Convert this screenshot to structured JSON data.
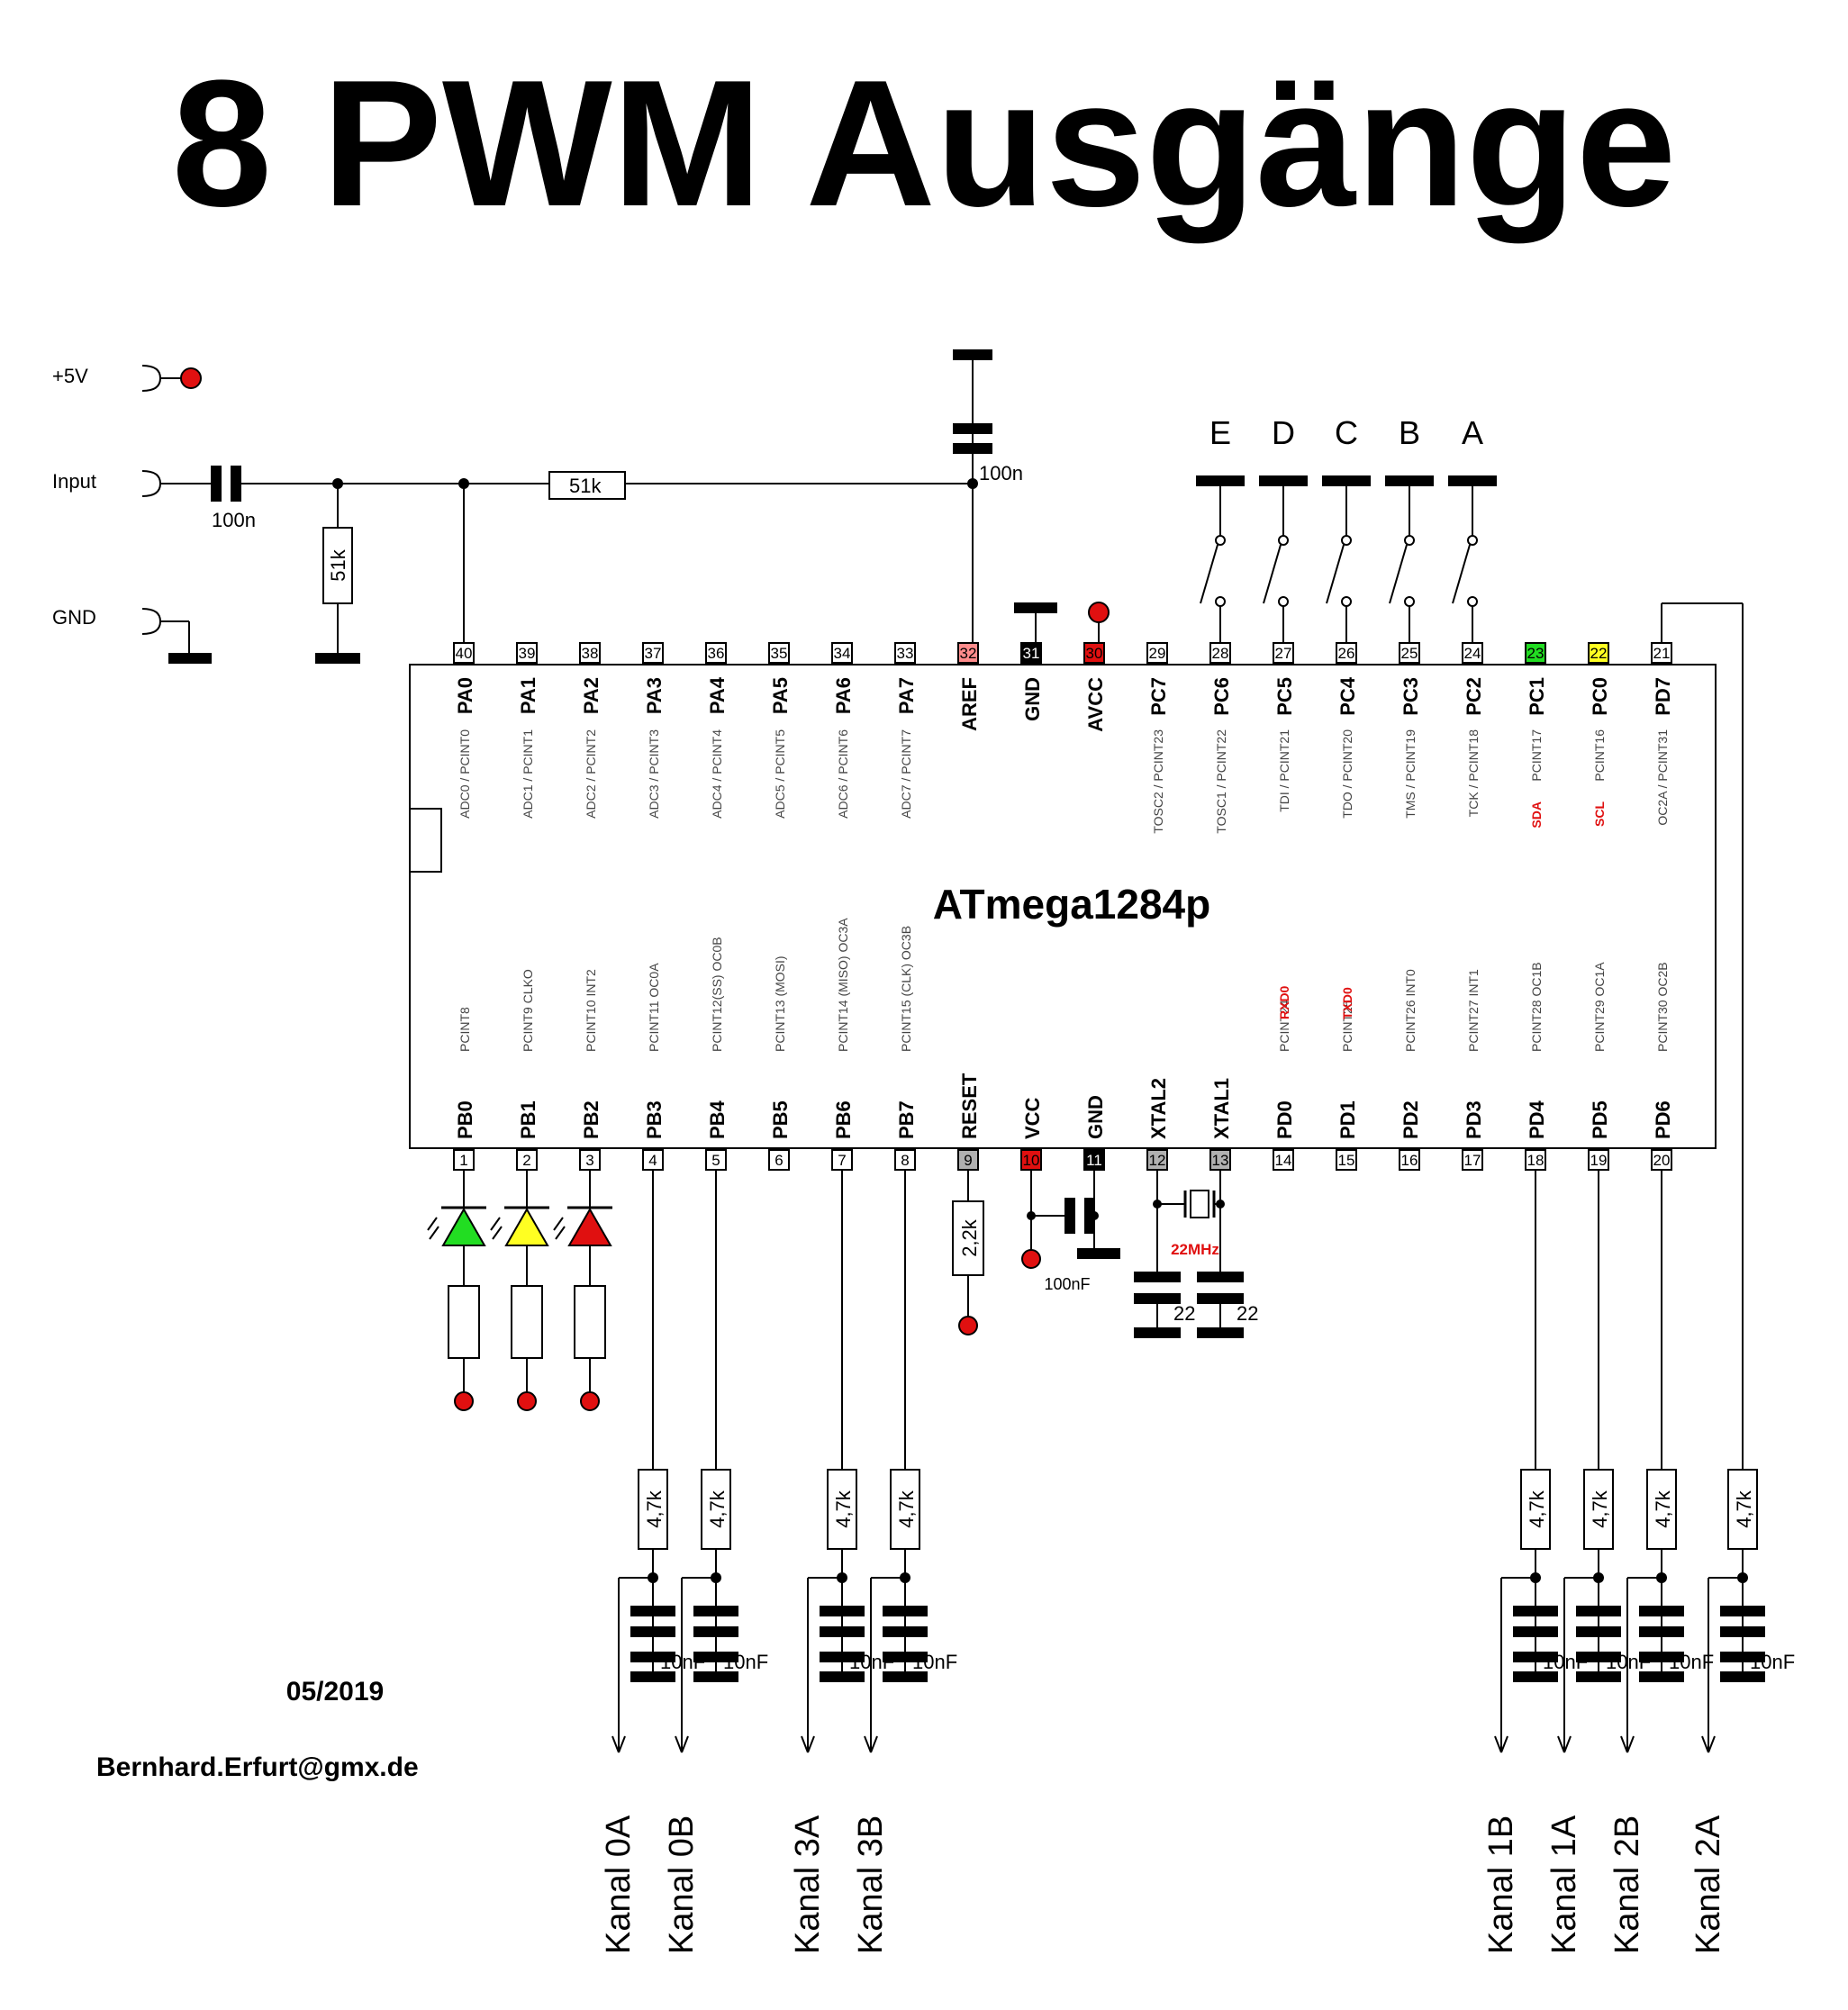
{
  "title": "8 PWM Ausgänge",
  "chip": {
    "name": "ATmega1284p",
    "top": [
      {
        "num": "40",
        "name": "PA0",
        "sub": "ADC0 / PCINT0"
      },
      {
        "num": "39",
        "name": "PA1",
        "sub": "ADC1 / PCINT1"
      },
      {
        "num": "38",
        "name": "PA2",
        "sub": "ADC2 / PCINT2"
      },
      {
        "num": "37",
        "name": "PA3",
        "sub": "ADC3 / PCINT3"
      },
      {
        "num": "36",
        "name": "PA4",
        "sub": "ADC4 / PCINT4"
      },
      {
        "num": "35",
        "name": "PA5",
        "sub": "ADC5 / PCINT5"
      },
      {
        "num": "34",
        "name": "PA6",
        "sub": "ADC6 / PCINT6"
      },
      {
        "num": "33",
        "name": "PA7",
        "sub": "ADC7 / PCINT7"
      },
      {
        "num": "32",
        "name": "AREF",
        "sub": "",
        "fill": "#ff8c8c"
      },
      {
        "num": "31",
        "name": "GND",
        "sub": "",
        "fill": "#000000"
      },
      {
        "num": "30",
        "name": "AVCC",
        "sub": "",
        "fill": "#e01010"
      },
      {
        "num": "29",
        "name": "PC7",
        "sub": "TOSC2 / PCINT23"
      },
      {
        "num": "28",
        "name": "PC6",
        "sub": "TOSC1 / PCINT22"
      },
      {
        "num": "27",
        "name": "PC5",
        "sub": "TDI / PCINT21"
      },
      {
        "num": "26",
        "name": "PC4",
        "sub": "TDO / PCINT20"
      },
      {
        "num": "25",
        "name": "PC3",
        "sub": "TMS / PCINT19"
      },
      {
        "num": "24",
        "name": "PC2",
        "sub": "TCK / PCINT18"
      },
      {
        "num": "23",
        "name": "PC1",
        "sub": "PCINT17",
        "red": "SDA",
        "fill": "#22dd22"
      },
      {
        "num": "22",
        "name": "PC0",
        "sub": "PCINT16",
        "red": "SCL",
        "fill": "#ffff22"
      },
      {
        "num": "21",
        "name": "PD7",
        "sub": "OC2A / PCINT31"
      }
    ],
    "bottom": [
      {
        "num": "1",
        "name": "PB0",
        "sub": "PCINT8"
      },
      {
        "num": "2",
        "name": "PB1",
        "sub": "PCINT9   CLKO"
      },
      {
        "num": "3",
        "name": "PB2",
        "sub": "PCINT10   INT2"
      },
      {
        "num": "4",
        "name": "PB3",
        "sub": "PCINT11   OC0A"
      },
      {
        "num": "5",
        "name": "PB4",
        "sub": "PCINT12(SS) OC0B"
      },
      {
        "num": "6",
        "name": "PB5",
        "sub": "PCINT13   (MOSI)"
      },
      {
        "num": "7",
        "name": "PB6",
        "sub": "PCINT14   (MISO) OC3A"
      },
      {
        "num": "8",
        "name": "PB7",
        "sub": "PCINT15   (CLK) OC3B"
      },
      {
        "num": "9",
        "name": "RESET",
        "sub": "",
        "fill": "#b0b0b0"
      },
      {
        "num": "10",
        "name": "VCC",
        "sub": "",
        "fill": "#e01010"
      },
      {
        "num": "11",
        "name": "GND",
        "sub": "",
        "fill": "#000000"
      },
      {
        "num": "12",
        "name": "XTAL2",
        "sub": "",
        "fill": "#b0b0b0"
      },
      {
        "num": "13",
        "name": "XTAL1",
        "sub": "",
        "fill": "#b0b0b0"
      },
      {
        "num": "14",
        "name": "PD0",
        "sub": "PCINT24",
        "red": "RXD0"
      },
      {
        "num": "15",
        "name": "PD1",
        "sub": "PCINT25",
        "red": "TXD0"
      },
      {
        "num": "16",
        "name": "PD2",
        "sub": "PCINT26   INT0"
      },
      {
        "num": "17",
        "name": "PD3",
        "sub": "PCINT27   INT1"
      },
      {
        "num": "18",
        "name": "PD4",
        "sub": "PCINT28   OC1B"
      },
      {
        "num": "19",
        "name": "PD5",
        "sub": "PCINT29   OC1A"
      },
      {
        "num": "20",
        "name": "PD6",
        "sub": "PCINT30   OC2B"
      }
    ]
  },
  "inputs": {
    "plus5v": "+5V",
    "input": "Input",
    "gnd": "GND"
  },
  "values": {
    "cap_in": "100n",
    "r_in": "51k",
    "r_series": "51k",
    "cap_aref": "100n",
    "r_reset": "2,2k",
    "cap_vcc": "100nF",
    "crystal": "22MHz",
    "cap_xtal": "22",
    "r_out": "4,7k",
    "cap_out": "10nF"
  },
  "buttons": [
    "E",
    "D",
    "C",
    "B",
    "A"
  ],
  "channels": [
    "Kanal 0A",
    "Kanal 0B",
    "Kanal 3A",
    "Kanal 3B",
    "Kanal 1B",
    "Kanal 1A",
    "Kanal 2B",
    "Kanal 2A"
  ],
  "footer": {
    "date": "05/2019",
    "email": "Bernhard.Erfurt@gmx.de"
  },
  "colors": {
    "led_green": "#22dd22",
    "led_yellow": "#ffff22",
    "led_red": "#e01010",
    "dot_red": "#e01010",
    "label_red": "#e01010"
  }
}
